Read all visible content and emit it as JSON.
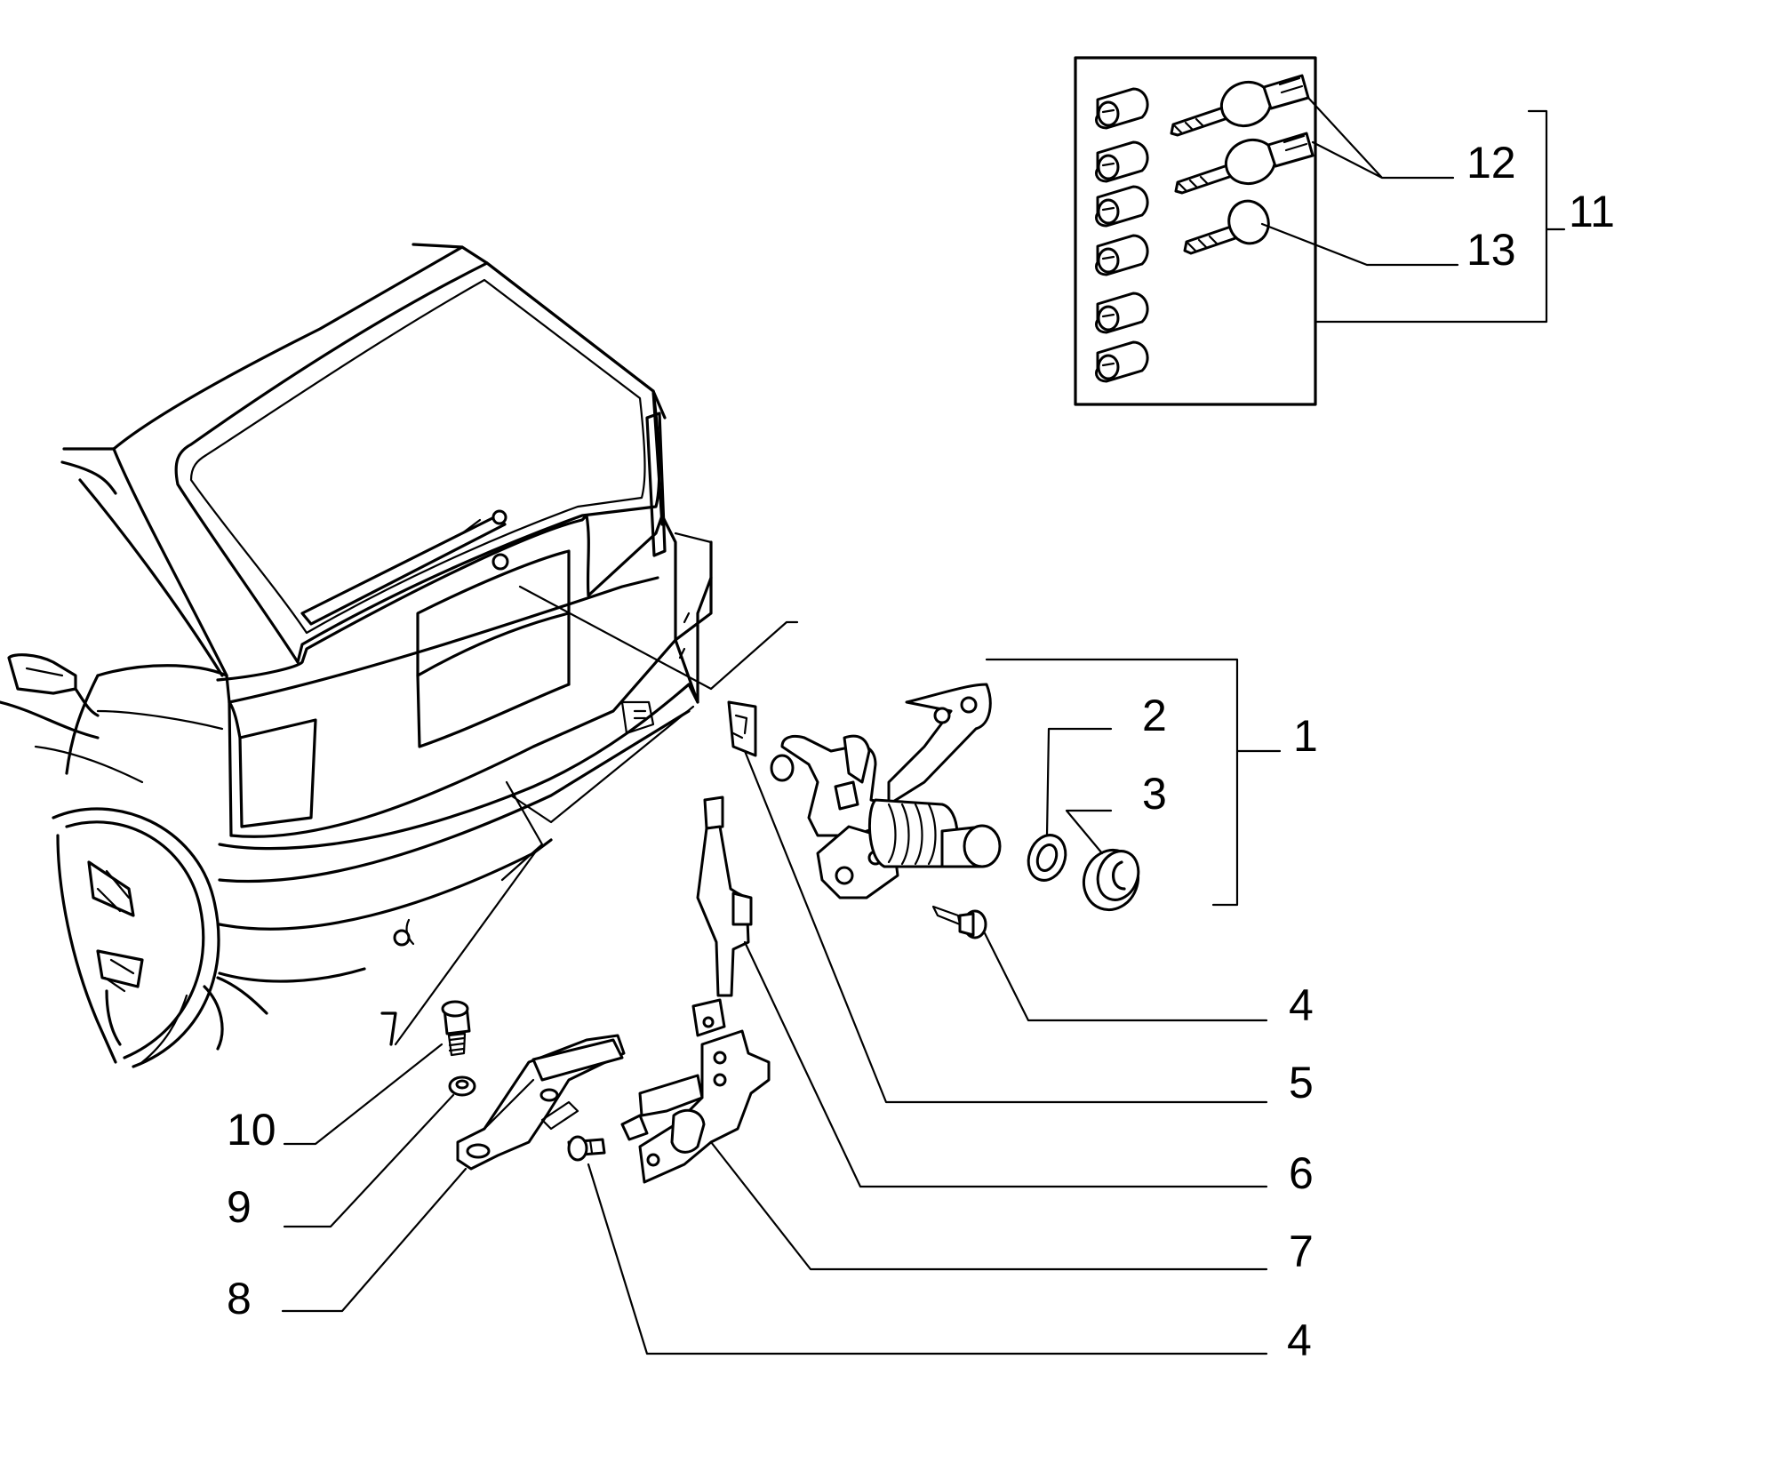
{
  "diagram": {
    "callouts": {
      "c1": "1",
      "c2": "2",
      "c3": "3",
      "c4a": "4",
      "c5": "5",
      "c6": "6",
      "c7": "7",
      "c4b": "4",
      "c8": "8",
      "c9": "9",
      "c10": "10",
      "c11": "11",
      "c12": "12",
      "c13": "13"
    }
  }
}
